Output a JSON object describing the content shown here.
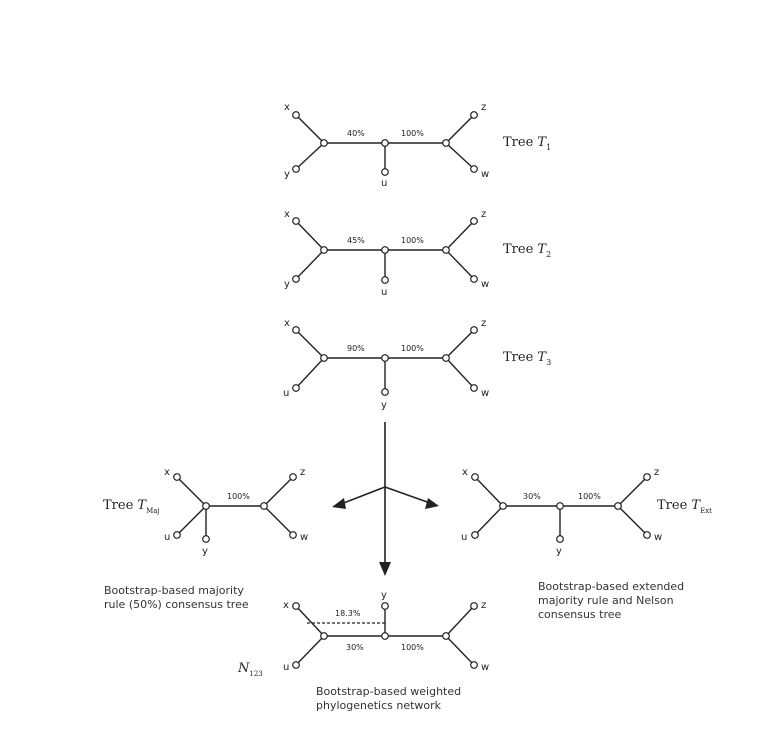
{
  "trees": [
    {
      "id": "T1",
      "title_base": "Tree ",
      "title_var": "T",
      "title_sub": "1",
      "leaves": {
        "top_left": "x",
        "bottom_left": "y",
        "top_right": "z",
        "bottom_right": "w",
        "middle": "u"
      },
      "left_support": "40%",
      "right_support": "100%"
    },
    {
      "id": "T2",
      "title_base": "Tree ",
      "title_var": "T",
      "title_sub": "2",
      "leaves": {
        "top_left": "x",
        "bottom_left": "y",
        "top_right": "z",
        "bottom_right": "w",
        "middle": "u"
      },
      "left_support": "45%",
      "right_support": "100%"
    },
    {
      "id": "T3",
      "title_base": "Tree ",
      "title_var": "T",
      "title_sub": "3",
      "leaves": {
        "top_left": "x",
        "bottom_left": "u",
        "top_right": "z",
        "bottom_right": "w",
        "middle": "y"
      },
      "left_support": "90%",
      "right_support": "100%"
    }
  ],
  "majority_tree": {
    "title_base": "Tree ",
    "title_var": "T",
    "title_sub": "Maj",
    "leaves": {
      "top_left": "x",
      "bottom_left": "u",
      "middle": "y",
      "top_right": "z",
      "bottom_right": "w"
    },
    "support": "100%",
    "caption_lines": [
      "Bootstrap-based majority",
      "rule (50%) consensus tree"
    ]
  },
  "extended_tree": {
    "title_base": "Tree ",
    "title_var": "T",
    "title_sub": "Ext",
    "leaves": {
      "top_left": "x",
      "bottom_left": "u",
      "middle": "y",
      "top_right": "z",
      "bottom_right": "w"
    },
    "left_support": "30%",
    "right_support": "100%",
    "caption_lines": [
      "Bootstrap-based extended",
      "majority rule and Nelson",
      "consensus tree"
    ]
  },
  "network": {
    "label_var": "N",
    "label_sub": "123",
    "leaves": {
      "top_left": "x",
      "bottom_left": "u",
      "top_middle": "y",
      "top_right": "z",
      "bottom_right": "w"
    },
    "top_support": "18.3%",
    "bottom_support": "30%",
    "right_support": "100%",
    "caption_lines": [
      "Bootstrap-based weighted",
      "phylogenetics network"
    ]
  }
}
